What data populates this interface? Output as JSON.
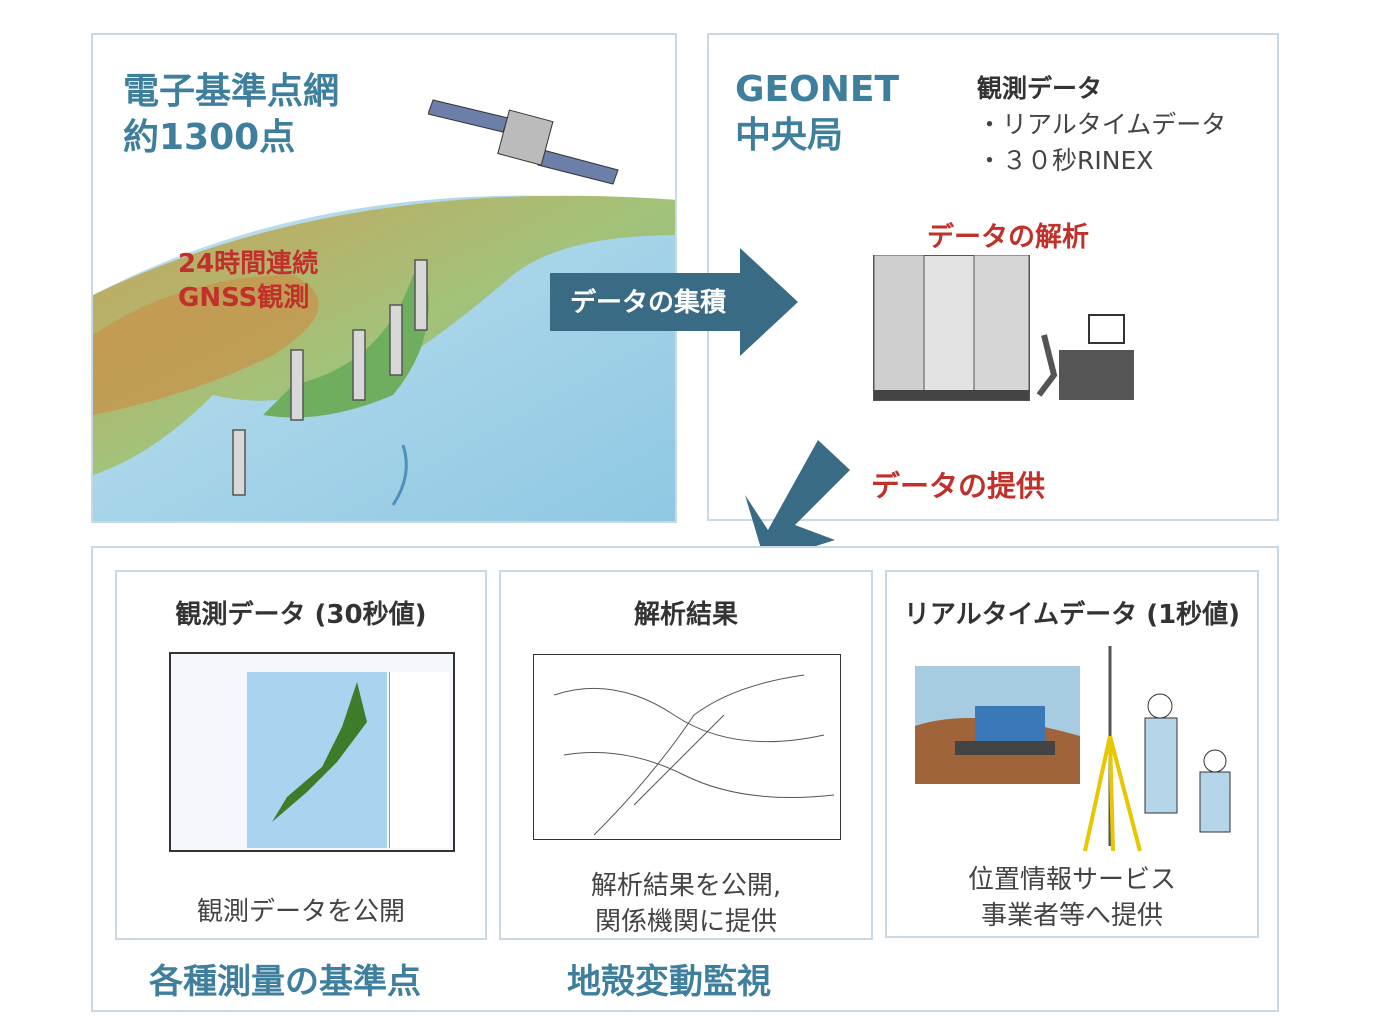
{
  "stations": {
    "title_line1": "電子基準点網",
    "title_line2": "約1300点",
    "observation_line1": "24時間連続",
    "observation_line2": "GNSS観測"
  },
  "collect_arrow": {
    "label": "データの集積"
  },
  "center": {
    "title_line1": "GEONET",
    "title_line2": "中央局",
    "data_heading": "観測データ",
    "data_items": [
      "・リアルタイムデータ",
      "・３０秒RINEX"
    ],
    "analysis_label": "データの解析"
  },
  "provide_arrow": {
    "label": "データの提供"
  },
  "outputs": [
    {
      "title": "観測データ (30秒値)",
      "caption_line1": "観測データを公開"
    },
    {
      "title": "解析結果",
      "caption_line1": "解析結果を公開,",
      "caption_line2": "関係機関に提供"
    },
    {
      "title": "リアルタイムデータ (1秒値)",
      "caption_line1": "位置情報サービス",
      "caption_line2": "事業者等へ提供"
    }
  ],
  "uses": {
    "survey": "各種測量の基準点",
    "crustal": "地殻変動監視"
  },
  "colors": {
    "accent_blue": "#3f7f9e",
    "arrow": "#3a6b85",
    "red": "#c0312b",
    "border": "#c9d9e3"
  }
}
